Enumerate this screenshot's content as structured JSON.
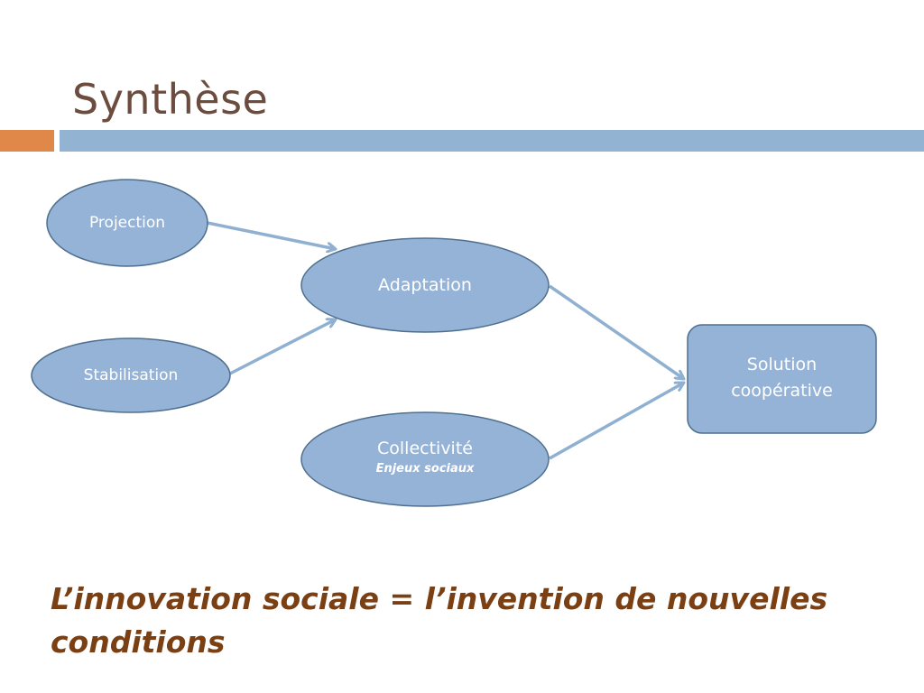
{
  "title": "Synthèse",
  "diagram": {
    "nodes": {
      "projection": {
        "label": "Projection"
      },
      "stabilisation": {
        "label": "Stabilisation"
      },
      "adaptation": {
        "label": "Adaptation"
      },
      "collectivite": {
        "label": "Collectivité",
        "sublabel": "Enjeux sociaux"
      },
      "solution": {
        "label_line1": "Solution",
        "label_line2": "coopérative"
      }
    },
    "edges": [
      {
        "from": "projection",
        "to": "adaptation"
      },
      {
        "from": "stabilisation",
        "to": "adaptation"
      },
      {
        "from": "adaptation",
        "to": "solution"
      },
      {
        "from": "collectivite",
        "to": "solution"
      }
    ]
  },
  "conclusion": {
    "line1": "L’innovation sociale = l’invention de nouvelles",
    "line2": "conditions"
  },
  "colors": {
    "title": "#6b4c3e",
    "accent_orange": "#e0874a",
    "accent_blue": "#93b3d2",
    "node_fill": "#95b3d7",
    "node_stroke": "#4f6f8f",
    "arrow": "#8fb0d0",
    "conclusion": "#7b3f14"
  }
}
